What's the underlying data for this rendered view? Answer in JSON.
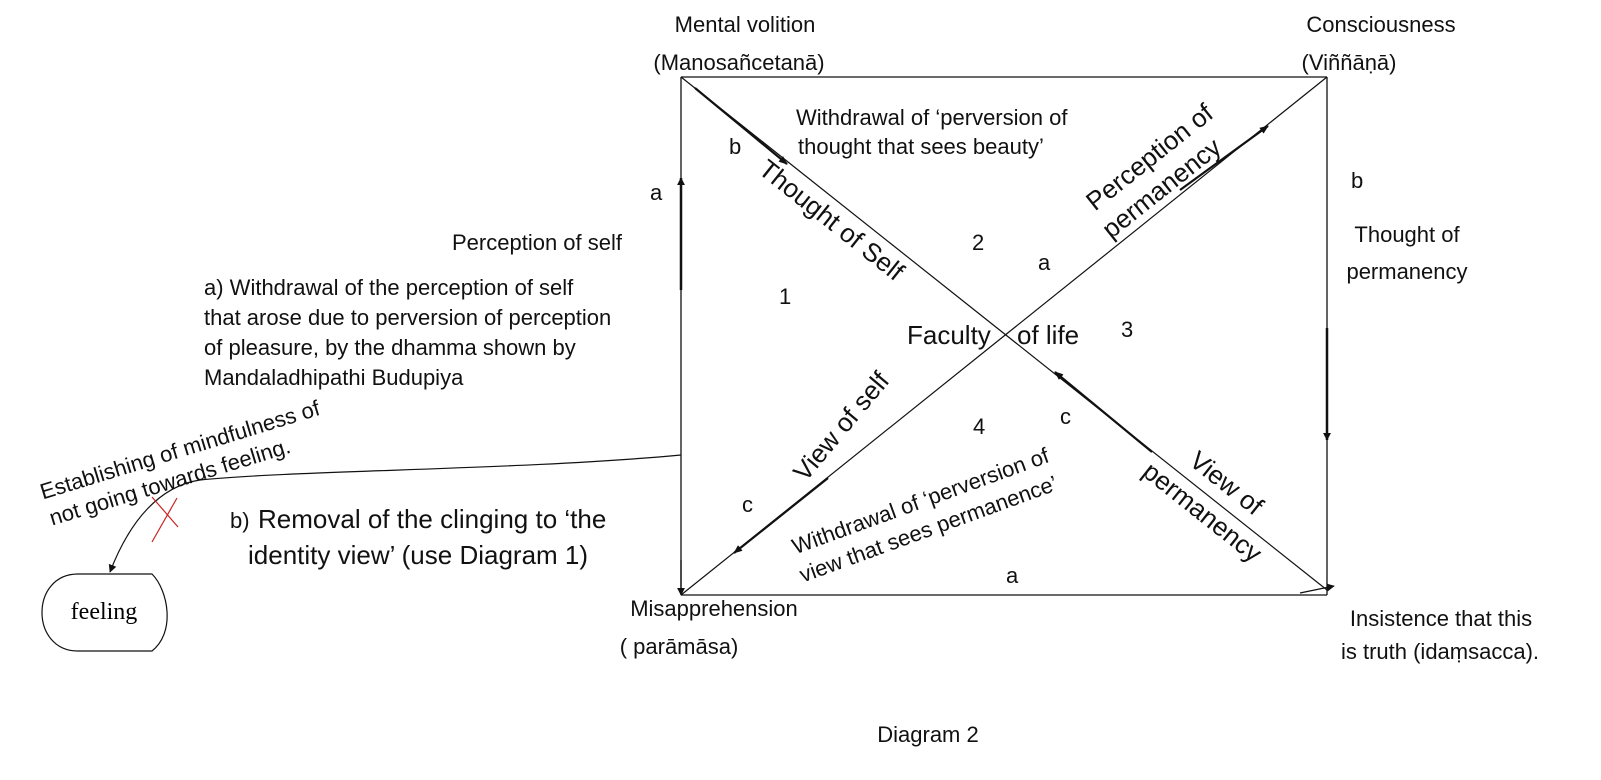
{
  "corners": {
    "top_left": {
      "line1": "Mental volition",
      "line2": "(Manosañcetanā)"
    },
    "top_right": {
      "line1": "Consciousness",
      "line2": "(Viññāṇā)"
    },
    "bottom_left": {
      "line1": "Misapprehension",
      "line2": "( parāmāsa)"
    },
    "bottom_right": {
      "line1": "Insistence that this",
      "line2": "is truth (idaṃsacca)."
    }
  },
  "center": {
    "left": "Faculty",
    "right": "of life"
  },
  "diagonals": {
    "thought_of_self": "Thought of Self",
    "perception_of_permanency": {
      "line1": "Perception of",
      "line2": "permanency"
    },
    "view_of_self": "View of self",
    "view_of_permanency": {
      "line1": "View of",
      "line2": "permanency"
    }
  },
  "withdrawals": {
    "beauty": {
      "line1": "Withdrawal of ‘perversion of",
      "line2": "thought that sees beauty’"
    },
    "permanence": {
      "line1": "Withdrawal of ‘perversion of",
      "line2": "view that sees permanence’"
    }
  },
  "left_side": {
    "perception_of_self": "Perception of self",
    "note_a": [
      "a) Withdrawal of the perception of self",
      "that arose due to perversion of perception",
      "of pleasure, by the dhamma shown by",
      "Mandaladhipathi Budupiya"
    ],
    "note_b": {
      "prefix": "b)",
      "line1": "Removal of the clinging to ‘the",
      "line2": "identity view’ (use Diagram 1)"
    },
    "mindfulness": {
      "line1": "Establishing of mindfulness of",
      "line2": "not going towards feeling."
    },
    "feeling": "feeling"
  },
  "right_side": {
    "thought_of_permanency": {
      "line1": "Thought of",
      "line2": "permanency"
    }
  },
  "markers": {
    "left_a": "a",
    "diag_b": "b",
    "right_b": "b",
    "diag_a": "a",
    "bottom_a": "a",
    "lower_c": "c",
    "diag_c": "c"
  },
  "regions": [
    "1",
    "2",
    "3",
    "4"
  ],
  "caption": "Diagram 2"
}
